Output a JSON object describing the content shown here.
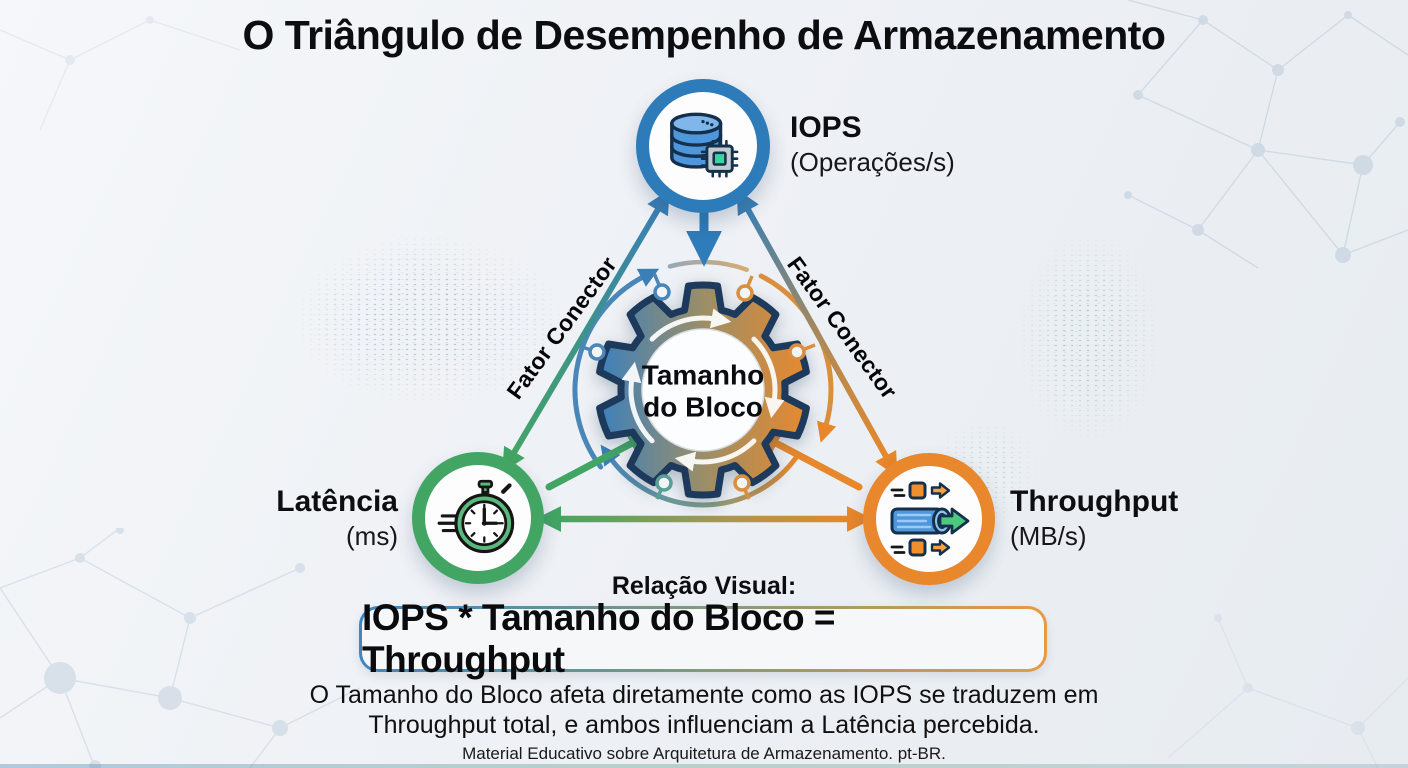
{
  "title": "O Triângulo de Desempenho de Armazenamento",
  "nodes": {
    "iops": {
      "label": "IOPS",
      "sublabel": "(Operações/s)"
    },
    "latencia": {
      "label": "Latência",
      "sublabel": "(ms)"
    },
    "throughput": {
      "label": "Throughput",
      "sublabel": "(MB/s)"
    }
  },
  "hub": {
    "line1": "Tamanho",
    "line2": "do Bloco"
  },
  "connectors": {
    "left_label": "Fator Conector",
    "right_label": "Fator Conector"
  },
  "relation": {
    "heading": "Relação Visual:",
    "formula": "IOPS * Tamanho do Bloco = Throughput"
  },
  "description": {
    "line1": "O Tamanho do Bloco afeta diretamente como as IOPS se traduzem em",
    "line2": "Throughput total, e ambos influenciam a Latência percebida."
  },
  "footer": "Material Educativo sobre Arquitetura de Armazenamento. pt-BR.",
  "icons": {
    "iops": "database-cpu-icon",
    "latencia": "stopwatch-icon",
    "throughput": "pipe-flow-icon"
  },
  "colors": {
    "iops_blue": "#2d7cb9",
    "latencia_green": "#43a564",
    "throughput_orange": "#e8872b",
    "gear_outline": "#1d3a5c",
    "title_text": "#0c0d11"
  }
}
